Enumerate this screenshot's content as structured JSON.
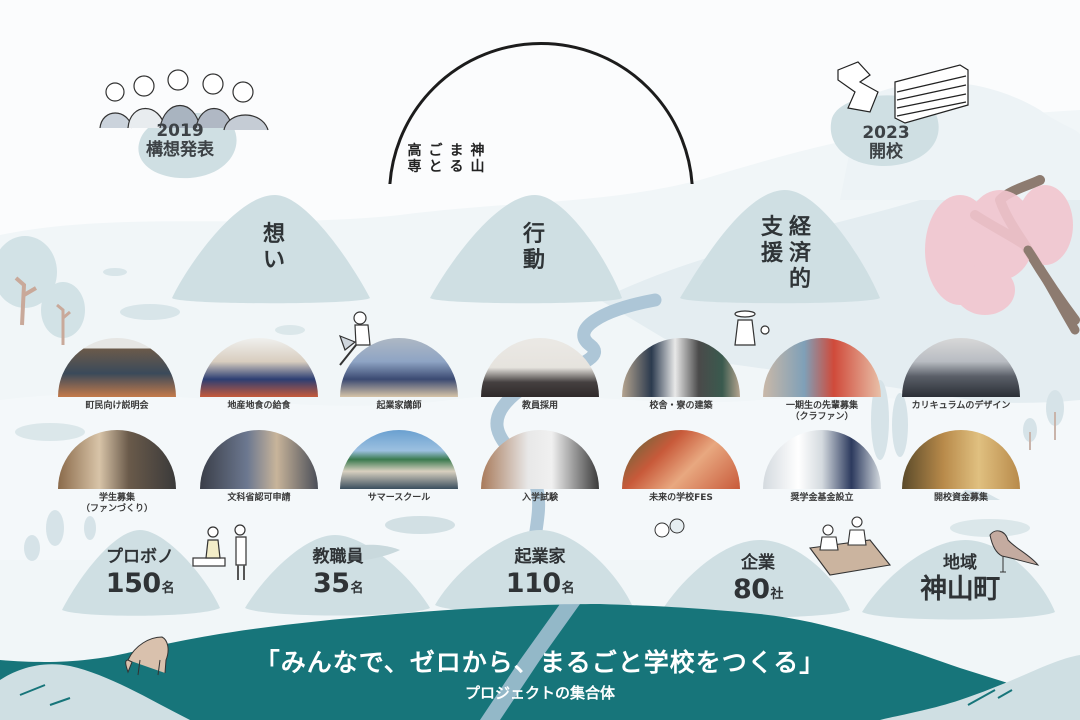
{
  "milestones": {
    "start": {
      "year": "2019",
      "label": "構想発表",
      "icon": "people-group-illustration"
    },
    "end": {
      "year": "2023",
      "label": "開校",
      "icon": "school-building-illustration"
    }
  },
  "center": {
    "title_columns": [
      "神山",
      "まるごと",
      "高専"
    ],
    "title_col_chars": [
      [
        "神",
        "山"
      ],
      [
        "ま",
        "る"
      ],
      [
        "ご",
        "と"
      ],
      [
        "高",
        "専"
      ]
    ]
  },
  "pillars": [
    {
      "label": "想い",
      "columns": [
        [
          "想",
          "い"
        ]
      ]
    },
    {
      "label": "行動",
      "columns": [
        [
          "行",
          "動"
        ]
      ]
    },
    {
      "label": "経済的支援",
      "columns": [
        [
          "経",
          "済",
          "的"
        ],
        [
          "支",
          "援"
        ]
      ]
    }
  ],
  "projects_row1": [
    {
      "caption": "町民向け説明会",
      "palette": [
        "#6b5a4a",
        "#c47a4a",
        "#3a4a5a"
      ]
    },
    {
      "caption": "地産地食の給食",
      "palette": [
        "#d8cdbf",
        "#c65a3a",
        "#2c3e73"
      ]
    },
    {
      "caption": "起業家講師",
      "palette": [
        "#aeb8c4",
        "#3b4a72",
        "#6a58b0"
      ]
    },
    {
      "caption": "教員採用",
      "palette": [
        "#e6e3de",
        "#454040",
        "#8a8a8a"
      ]
    },
    {
      "caption": "校舎・寮の建築",
      "palette": [
        "#b5a48f",
        "#2b3a4e",
        "#e8e8e8"
      ]
    },
    {
      "caption": "一期生の先輩募集\n（クラファン）",
      "palette": [
        "#c9b8a8",
        "#d04a3a",
        "#7fa0b8"
      ]
    },
    {
      "caption": "カリキュラムのデザイン",
      "palette": [
        "#5a5f68",
        "#2b2f36",
        "#d8d8d8"
      ]
    }
  ],
  "projects_row2": [
    {
      "caption": "学生募集\n（ファンづくり）",
      "palette": [
        "#8a6a4a",
        "#d8c4a8",
        "#3a3a3a"
      ]
    },
    {
      "caption": "文科省認可申請",
      "palette": [
        "#3a3e48",
        "#c8b49a",
        "#6c7890"
      ]
    },
    {
      "caption": "サマースクール",
      "palette": [
        "#6aa0d0",
        "#3a4e5e",
        "#d8d0c0"
      ]
    },
    {
      "caption": "入学試験",
      "palette": [
        "#e8e8e8",
        "#a87a5a",
        "#3a3a3a"
      ]
    },
    {
      "caption": "未来の学校FES",
      "palette": [
        "#c85a3a",
        "#e8a880",
        "#4a6a3a"
      ]
    },
    {
      "caption": "奨学金基金設立",
      "palette": [
        "#d4dadf",
        "#ffffff",
        "#2c3a5e"
      ]
    },
    {
      "caption": "開校資金募集",
      "palette": [
        "#b88a4a",
        "#e0c080",
        "#5a4a2a"
      ]
    }
  ],
  "stats": [
    {
      "label": "プロボノ",
      "value": "150",
      "unit": "名"
    },
    {
      "label": "教職員",
      "value": "35",
      "unit": "名"
    },
    {
      "label": "起業家",
      "value": "110",
      "unit": "名"
    },
    {
      "label": "企業",
      "value": "80",
      "unit": "社"
    },
    {
      "label": "地域",
      "value": "神山町",
      "unit": ""
    }
  ],
  "banner": {
    "headline": "「みんなで、ゼロから、まるごと学校をつくる」",
    "subtitle": "プロジェクトの集合体"
  },
  "colors": {
    "mountain_light": "#cfdfe3",
    "mountain_faint": "#e6eef1",
    "river": "#a9c4d6",
    "banner_teal": "#17757a",
    "text_dark": "#2f3437",
    "sakura": "#f2c6cf",
    "trunk": "#8d7b70"
  }
}
